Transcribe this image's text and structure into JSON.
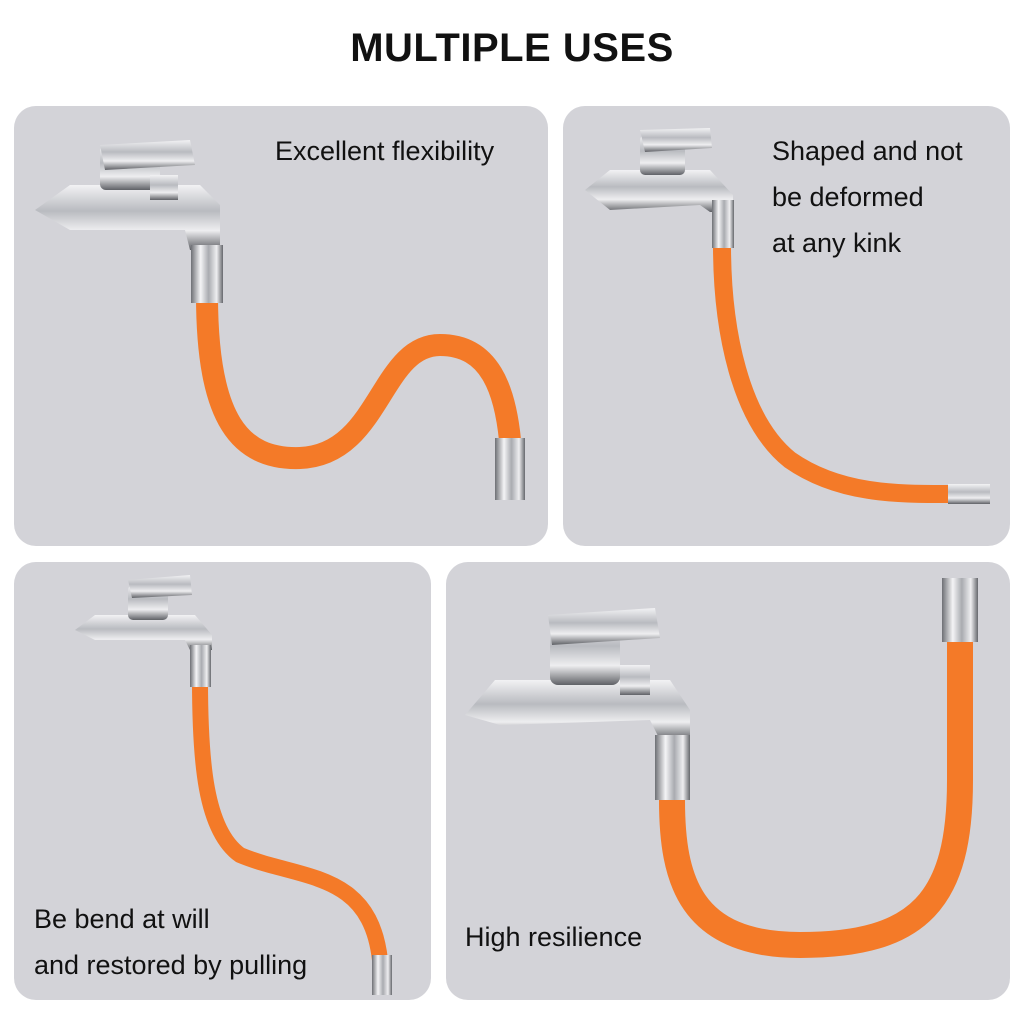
{
  "title": "MULTIPLE USES",
  "panels": [
    {
      "caption_lines": [
        "Excellent flexibility"
      ]
    },
    {
      "caption_lines": [
        "Shaped and not",
        "be deformed",
        "at any kink"
      ]
    },
    {
      "caption_lines": [
        "Be bend at will",
        "and restored by pulling"
      ]
    },
    {
      "caption_lines": [
        "High resilience"
      ]
    }
  ],
  "colors": {
    "hose": "#f47a28",
    "panel": "#d3d3d8",
    "text": "#111111"
  }
}
